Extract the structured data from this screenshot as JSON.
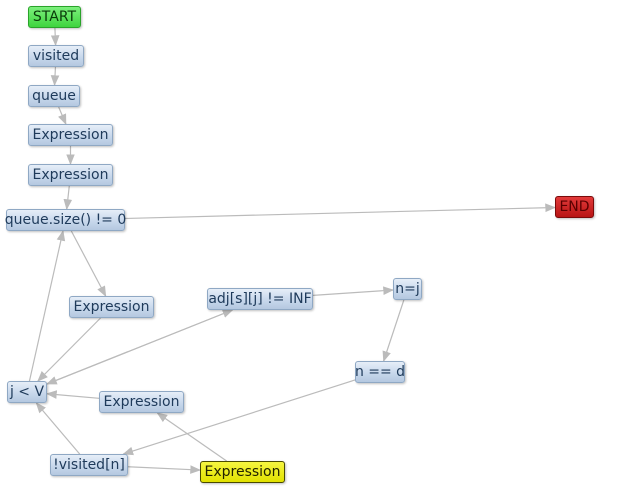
{
  "nodes": {
    "start": "START",
    "visited": "visited",
    "queue": "queue",
    "expression_1": "Expression",
    "expression_2": "Expression",
    "loop_condition": "queue.size() != 0",
    "end": "END",
    "expression_3": "Expression",
    "adj_check": "adj[s][j] != INF",
    "assign_n": "n=j",
    "check_d": "n == d",
    "j_lt_v": "j < V",
    "expression_4": "Expression",
    "not_visited": "!visited[n]",
    "expression_5": "Expression"
  },
  "colors": {
    "start": "#3ed43e",
    "end": "#b81414",
    "highlight": "#e2e200",
    "node": "#c8d8ec",
    "edge": "#bbbbbb"
  },
  "edges": [
    [
      "start",
      "visited"
    ],
    [
      "visited",
      "queue"
    ],
    [
      "queue",
      "expression_1"
    ],
    [
      "expression_1",
      "expression_2"
    ],
    [
      "expression_2",
      "loop_condition"
    ],
    [
      "loop_condition",
      "end"
    ],
    [
      "loop_condition",
      "expression_3"
    ],
    [
      "expression_3",
      "j_lt_v"
    ],
    [
      "j_lt_v",
      "loop_condition"
    ],
    [
      "j_lt_v",
      "adj_check"
    ],
    [
      "adj_check",
      "j_lt_v"
    ],
    [
      "adj_check",
      "assign_n"
    ],
    [
      "assign_n",
      "check_d"
    ],
    [
      "check_d",
      "not_visited"
    ],
    [
      "expression_4",
      "j_lt_v"
    ],
    [
      "not_visited",
      "j_lt_v"
    ],
    [
      "not_visited",
      "expression_5"
    ],
    [
      "expression_5",
      "expression_4"
    ]
  ]
}
